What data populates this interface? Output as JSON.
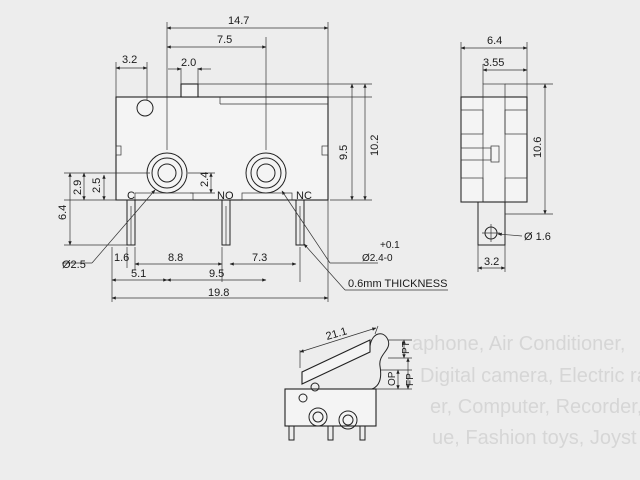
{
  "front_view": {
    "dim_14_7": "14.7",
    "dim_7_5": "7.5",
    "dim_3_2": "3.2",
    "dim_2_0": "2.0",
    "dim_9_5_v": "9.5",
    "dim_10_2": "10.2",
    "dim_2_4": "2.4",
    "dim_2_9": "2.9",
    "dim_2_5_v": "2.5",
    "dim_6_4": "6.4",
    "label_c": "C",
    "label_no": "NO",
    "label_nc": "NC",
    "dim_d2_5": "Ø2.5",
    "dim_1_6": "1.6",
    "dim_8_8": "8.8",
    "dim_7_3": "7.3",
    "tol_plus": "+0.1",
    "dim_d2_4": "Ø2.4-0",
    "dim_5_1": "5.1",
    "dim_9_5_h": "9.5",
    "thickness": "0.6mm THICKNESS",
    "dim_19_8": "19.8"
  },
  "side_view": {
    "dim_6_4": "6.4",
    "dim_3_55": "3.55",
    "dim_10_6": "10.6",
    "dim_d1_6": "Ø 1.6",
    "dim_3_2": "3.2"
  },
  "lever_view": {
    "dim_21_1": "21.1",
    "label_pt": "PT",
    "label_op": "OP",
    "label_fp": "FP"
  },
  "background_text": {
    "line1": "aphone, Air Conditioner,",
    "line2": "Digital camera, Electric rac",
    "line3": "er, Computer, Recorder, Gu",
    "line4": "ue, Fashion toys, Joyst"
  }
}
